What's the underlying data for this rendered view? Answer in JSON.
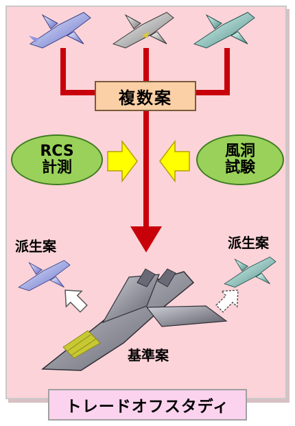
{
  "diagram": {
    "top_box": "複数案",
    "left_ellipse": {
      "line1": "RCS",
      "line2": "計測"
    },
    "right_ellipse": {
      "line1": "風洞",
      "line2": "試験"
    },
    "left_variant_label": "派生案",
    "right_variant_label": "派生案",
    "base_label": "基準案",
    "bottom_title": "トレードオフスタディ"
  },
  "colors": {
    "panel_bg": "#fbd3d8",
    "arrow_red": "#c8000a",
    "box_fill": "#fbd0a6",
    "ellipse_fill": "#9ad15b",
    "yellow_arrow": "#ffff00",
    "title_bg": "#fbd3ee"
  },
  "icons": [
    "fighter-jet-icon-blue",
    "fighter-jet-icon-gray",
    "fighter-jet-icon-teal",
    "fighter-jet-base-icon"
  ]
}
